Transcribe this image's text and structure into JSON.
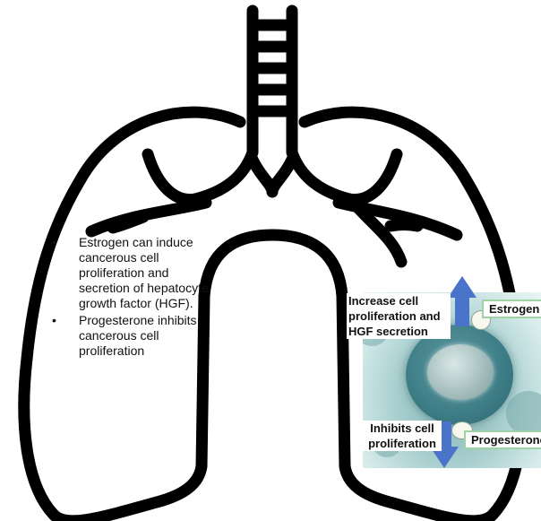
{
  "bullets": [
    {
      "marker": "•",
      "text": "Estrogen can induce cancerous cell proliferation and secretion of hepatocyte growth factor (HGF)."
    },
    {
      "marker": "•",
      "text": "Progesterone inhibits cancerous cell proliferation"
    }
  ],
  "cell_effects": {
    "increase_label": "Increase cell proliferation and HGF secretion",
    "inhibit_label": "Inhibits cell proliferation",
    "estrogen_label": "Estrogen",
    "progesterone_label": "Progesterone"
  },
  "colors": {
    "outline": "#000000",
    "arrow": "#4a74c9",
    "hormone_border": "#9fd3a5",
    "cell": "#3f7f88"
  },
  "icons": [
    "lungs-icon",
    "trachea-icon",
    "up-arrow-icon",
    "down-arrow-icon",
    "cell-icon"
  ]
}
